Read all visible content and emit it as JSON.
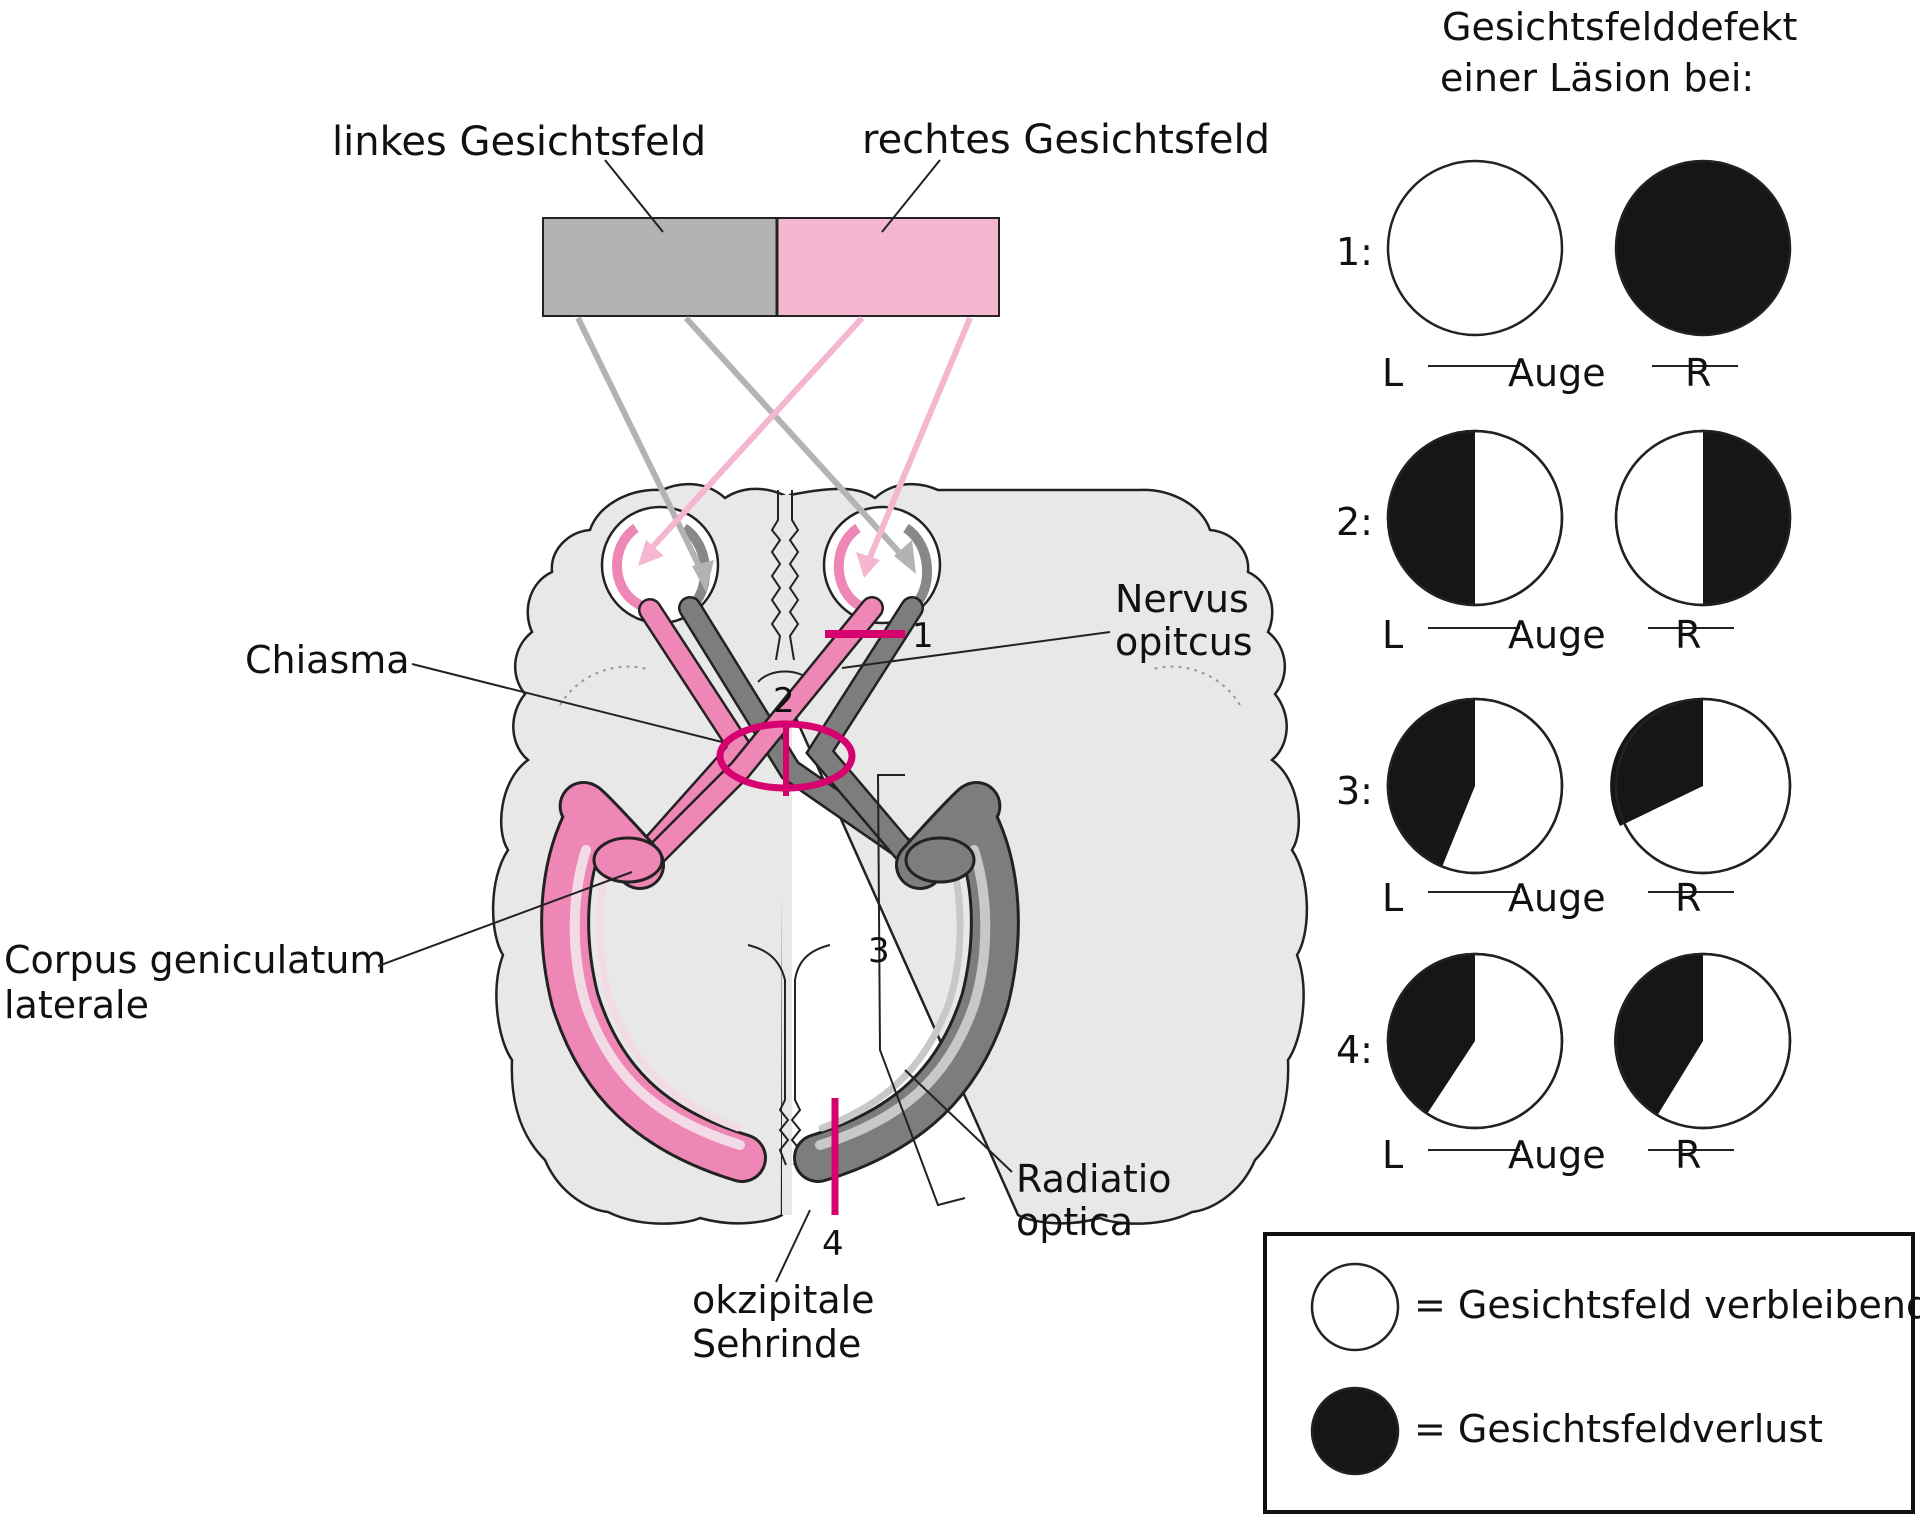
{
  "labels": {
    "left_field": "linkes Gesichtsfeld",
    "right_field": "rechtes Gesichtsfeld",
    "chiasma": "Chiasma",
    "nervus_1": "Nervus",
    "nervus_2": "opitcus",
    "cgl_1": "Corpus geniculatum",
    "cgl_2": "laterale",
    "radiatio_1": "Radiatio",
    "radiatio_2": "optica",
    "okz_1": "okzipitale",
    "okz_2": "Sehrinde"
  },
  "lesions": {
    "l1": "1",
    "l2": "2",
    "l3": "3",
    "l4": "4"
  },
  "defects": {
    "header_1": "Gesichtsfelddefekt",
    "header_2": "einer Läsion bei:",
    "eye_left": "L",
    "eye_word": "Auge",
    "eye_right": "R",
    "rows": [
      {
        "label": "1:",
        "left": "none",
        "right": "full"
      },
      {
        "label": "2:",
        "left": "left_half",
        "right": "right_half"
      },
      {
        "label": "3:",
        "left": "upper_left_quadrant",
        "right": "upper_left_quadrant"
      },
      {
        "label": "4:",
        "left": "upper_left_quadrant",
        "right": "upper_left_quadrant"
      }
    ]
  },
  "legend": {
    "remaining": "= Gesichtsfeld verbleibend",
    "loss": "= Gesichtsfeldverlust"
  },
  "colors": {
    "grey_field": "#b3b3b3",
    "pink_field": "#f4b6d0",
    "magenta": "#d6006e",
    "pink_tract": "#ee87b6",
    "dark_tract": "#7d7d7d",
    "brain_fill": "#e8e8e8",
    "defect_black": "#161616"
  }
}
